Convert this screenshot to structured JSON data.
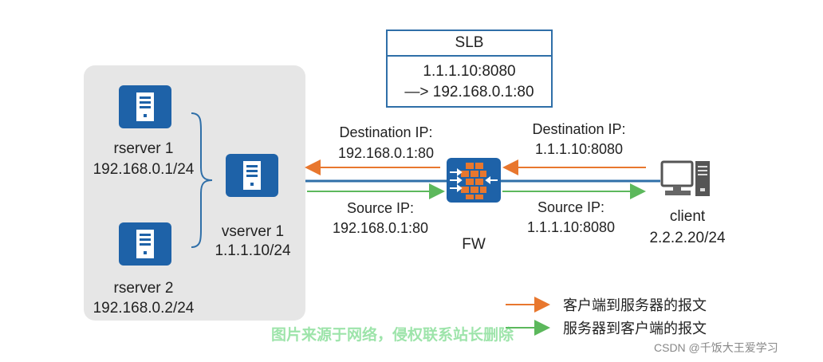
{
  "slb": {
    "title": "SLB",
    "rule_line1": "1.1.1.10:8080",
    "rule_line2": "—> 192.168.0.1:80"
  },
  "rserver1": {
    "name": "rserver 1",
    "ip": "192.168.0.1/24"
  },
  "rserver2": {
    "name": "rserver 2",
    "ip": "192.168.0.2/24"
  },
  "vserver": {
    "name": "vserver 1",
    "ip": "1.1.1.10/24"
  },
  "firewall": {
    "name": "FW"
  },
  "client": {
    "name": "client",
    "ip": "2.2.2.20/24"
  },
  "left_link": {
    "dest_label": "Destination IP:",
    "dest_value": "192.168.0.1:80",
    "src_label": "Source IP:",
    "src_value": "192.168.0.1:80"
  },
  "right_link": {
    "dest_label": "Destination IP:",
    "dest_value": "1.1.1.10:8080",
    "src_label": "Source IP:",
    "src_value": "1.1.1.10:8080"
  },
  "legend": {
    "item1": "客户端到服务器的报文",
    "item2": "服务器到客户端的报文"
  },
  "watermark": "图片来源于网络，侵权联系站长删除",
  "credit": "CSDN @千饭大王爱学习",
  "colors": {
    "server_blue": "#1e62a8",
    "link_blue": "#2f6fa8",
    "request_orange": "#e8772e",
    "response_green": "#5cb85c",
    "cluster_gray": "#e6e6e6",
    "firewall_orange": "#e8772e"
  }
}
